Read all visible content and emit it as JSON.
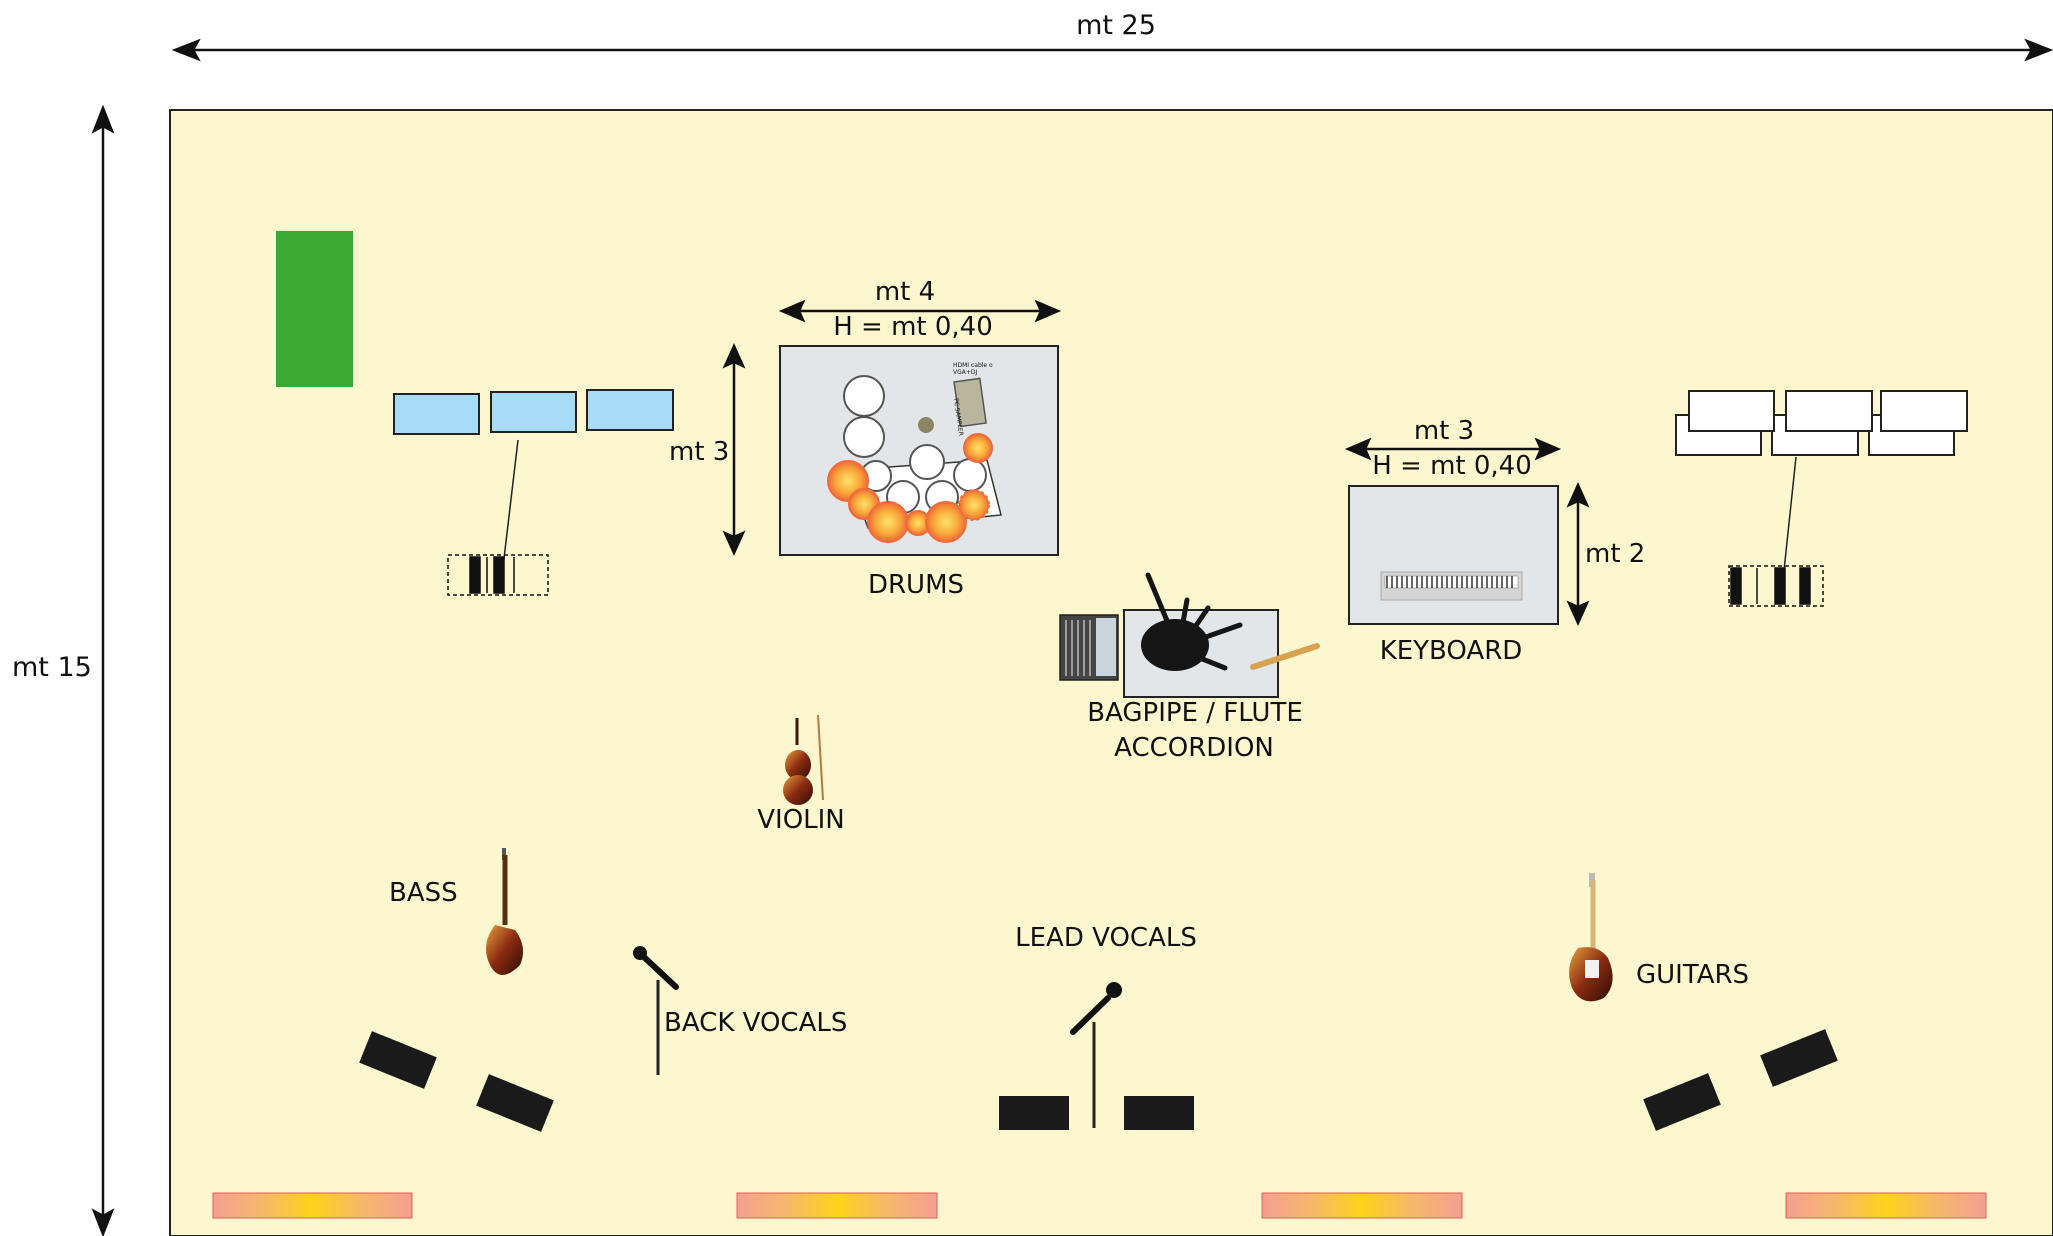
{
  "dimensions": {
    "width_label": "mt 25",
    "height_label": "mt 15",
    "drums_width_label": "mt 4",
    "drums_height_label": "H = mt 0,40",
    "drums_depth_label": "mt 3",
    "keyboard_width_label": "mt 3",
    "keyboard_height_label": "H = mt 0,40",
    "keyboard_depth_label": "mt 2"
  },
  "stations": {
    "drums": "DRUMS",
    "drums_note": "HDMI cable o VGA+DJ",
    "drums_device": "PC SAMPLER",
    "keyboard": "KEYBOARD",
    "bagpipe_line1": "BAGPIPE / FLUTE",
    "bagpipe_line2": "ACCORDION",
    "violin": "VIOLIN",
    "bass": "BASS",
    "back_vocals": "BACK VOCALS",
    "lead_vocals": "LEAD VOCALS",
    "guitars": "GUITARS"
  },
  "colors": {
    "stage_floor": "#fdf7cf",
    "drum_riser": "#e3e6e8",
    "bass_amp_cabinets": "#a8dbf5",
    "guitar_amp_cabinets": "#ffffff",
    "green_block": "#3aaa35",
    "monitors": "#1a1a1a",
    "front_lights": "#f08a7a"
  }
}
